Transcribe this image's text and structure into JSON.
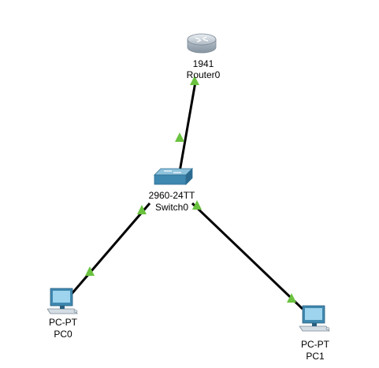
{
  "topology": {
    "devices": [
      {
        "id": "router0",
        "model": "1941",
        "name": "Router0",
        "icon": "router-icon"
      },
      {
        "id": "switch0",
        "model": "2960-24TT",
        "name": "Switch0",
        "icon": "switch-icon"
      },
      {
        "id": "pc0",
        "model": "PC-PT",
        "name": "PC0",
        "icon": "pc-icon"
      },
      {
        "id": "pc1",
        "model": "PC-PT",
        "name": "PC1",
        "icon": "pc-icon"
      }
    ],
    "links": [
      {
        "from": "switch0",
        "to": "router0",
        "status": "up"
      },
      {
        "from": "switch0",
        "to": "pc0",
        "status": "up"
      },
      {
        "from": "switch0",
        "to": "pc1",
        "status": "up"
      }
    ],
    "colors": {
      "link": "#000000",
      "link_up": "#6ac23f",
      "device_blue": "#4a8fb5",
      "router_body": "#cfd8df"
    }
  }
}
